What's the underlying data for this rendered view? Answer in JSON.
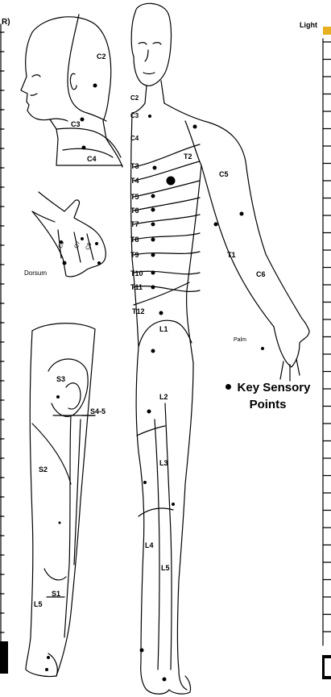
{
  "corner_left": "R)",
  "corner_right": "Light",
  "face_labels": {
    "c2": "C2",
    "c3": "C3",
    "c4": "C4"
  },
  "hand_labels": {
    "dorsum": "Dorsum",
    "c6": "C6",
    "c7": "C7",
    "c8": "C8"
  },
  "leg_labels": {
    "s3": "S3",
    "s45": "S4-5",
    "s2": "S2",
    "l5": "L5",
    "s1": "S1"
  },
  "body_labels": {
    "c2": "C2",
    "c3": "C3",
    "c4": "C4",
    "t2": "T2",
    "t3": "T3",
    "t4": "T4",
    "t5": "T5",
    "t6": "T6",
    "t7": "T7",
    "t8": "T8",
    "t9": "T9",
    "t10": "T10",
    "t11": "T11",
    "t12": "T12",
    "l1": "L1",
    "l2": "L2",
    "l3": "L3",
    "l4": "L4",
    "l5": "L5",
    "c5": "C5",
    "t1": "T1",
    "c6": "C6",
    "palm": "Palm"
  },
  "legend": {
    "line1": "Key Sensory",
    "line2": "Points"
  }
}
